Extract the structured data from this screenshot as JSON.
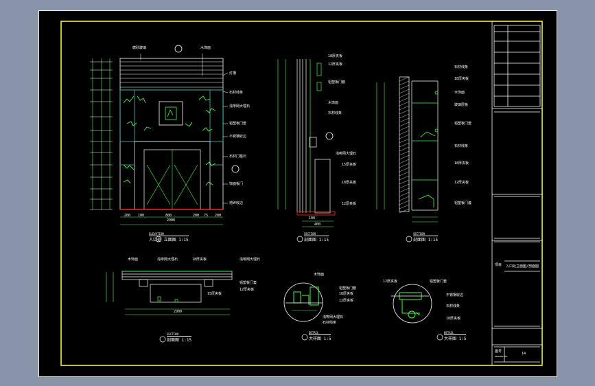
{
  "drawing": {
    "elevation_title": {
      "sub": "ELEVATION",
      "main": "人口处 立面图 1:15"
    },
    "section_a_title": {
      "sub": "SECTION",
      "main": "剖面图 1:15"
    },
    "section_b_title": {
      "sub": "SECTION",
      "main": "剖面图 1:15"
    },
    "section_c_title": {
      "sub": "SECTION",
      "main": "剖面图 1:15"
    },
    "detail_1_title": {
      "sub": "DETAIL",
      "main": "大样图 1:5"
    },
    "detail_2_title": {
      "sub": "DETAIL",
      "main": "大样图 1:5"
    },
    "elevation_labels": [
      "磨砂玻璃",
      "木饰面",
      "灯槽",
      "石材线条",
      "浅啡网大理石",
      "铝塑板门套",
      "不锈钢收边",
      "石材门槛石",
      "饰面板门",
      "地砖收边"
    ],
    "section_labels": [
      "18厚夹板",
      "12厚夹板",
      "铝塑板门套",
      "木饰面",
      "石材线条",
      "浅啡网大理石",
      "15厚夹板",
      "18厚夹板",
      "12厚夹板"
    ],
    "section_c_labels": [
      "石材线条",
      "18厚夹板",
      "木饰面",
      "玻璃层板",
      "铝塑板门套",
      "石材线条",
      "18厚夹板",
      "12厚夹板",
      "铝塑板门套"
    ],
    "bottom_section_labels": [
      "木饰面",
      "浅啡网大理石",
      "18厚夹板",
      "浅啡网大理石",
      "铝塑板门套",
      "12厚夹板",
      "15厚夹板"
    ],
    "detail_1_labels": [
      "木饰面",
      "铝塑板门套",
      "18厚夹板",
      "12厚夹板",
      "浅啡网大理石",
      "石材线条"
    ],
    "detail_2_labels": [
      "12厚夹板",
      "铝塑板门套",
      "不锈钢收边",
      "石材线条",
      "18厚夹板"
    ],
    "elevation_dims": [
      "200",
      "100",
      "800",
      "200",
      "75",
      "200"
    ],
    "elevation_total": "2900",
    "section_dims": [
      "100",
      "400"
    ],
    "bottom_total": "2900",
    "title_block": {
      "project_label": "项目",
      "drawing_name": "入口处立面图/剖面图",
      "number_label": "图号",
      "number_sub": "DRAWING NO.",
      "sheet_no": "14"
    }
  }
}
